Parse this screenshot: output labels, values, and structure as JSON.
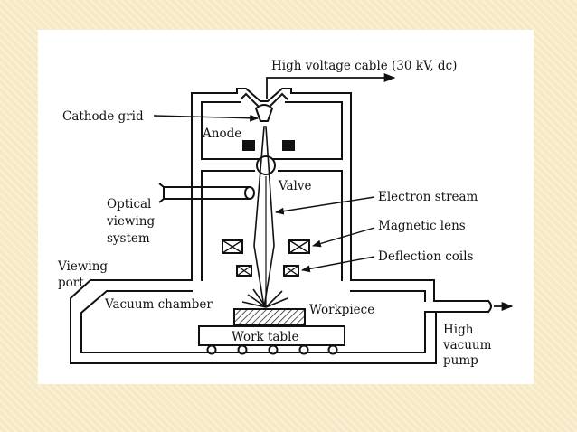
{
  "diagram": {
    "labels": {
      "high_voltage_cable": "High voltage cable (30 kV, dc)",
      "cathode_grid": "Cathode grid",
      "anode": "Anode",
      "valve": "Valve",
      "electron_stream": "Electron stream",
      "optical_line1": "Optical",
      "optical_line2": "viewing",
      "optical_line3": "system",
      "magnetic_lens": "Magnetic lens",
      "deflection_coils": "Deflection coils",
      "viewing_port_line1": "Viewing",
      "viewing_port_line2": "port",
      "vacuum_chamber": "Vacuum chamber",
      "workpiece": "Workpiece",
      "work_table": "Work table",
      "pump_line1": "High",
      "pump_line2": "vacuum",
      "pump_line3": "pump"
    },
    "colors": {
      "ink": "#111111",
      "background": "#f6e9c4",
      "card": "#ffffff"
    }
  }
}
